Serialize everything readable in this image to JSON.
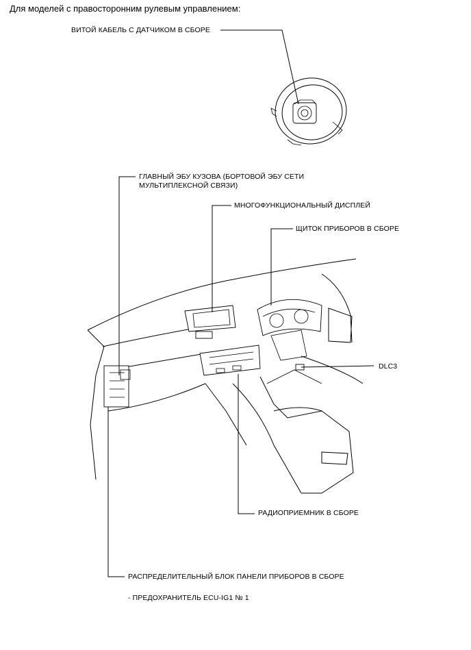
{
  "heading": "Для моделей с правосторонним рулевым управлением:",
  "labels": {
    "spiral_cable": "ВИТОЙ КАБЕЛЬ С ДАТЧИКОМ В СБОРЕ",
    "main_body_ecu_line1": "ГЛАВНЫЙ ЭБУ КУЗОВА (БОРТОВОЙ ЭБУ СЕТИ",
    "main_body_ecu_line2": "МУЛЬТИПЛЕКСНОЙ СВЯЗИ)",
    "multi_display": "МНОГОФУНКЦИОНАЛЬНЫЙ ДИСПЛЕЙ",
    "combination_meter": "ЩИТОК ПРИБОРОВ В СБОРЕ",
    "dlc3": "DLC3",
    "radio_receiver": "РАДИОПРИЕМНИК В СБОРЕ",
    "junction_block": "РАСПРЕДЕЛИТЕЛЬНЫЙ БЛОК ПАНЕЛИ ПРИБОРОВ В СБОРЕ",
    "fuse": "- ПРЕДОХРАНИТЕЛЬ ECU-IG1 № 1"
  }
}
